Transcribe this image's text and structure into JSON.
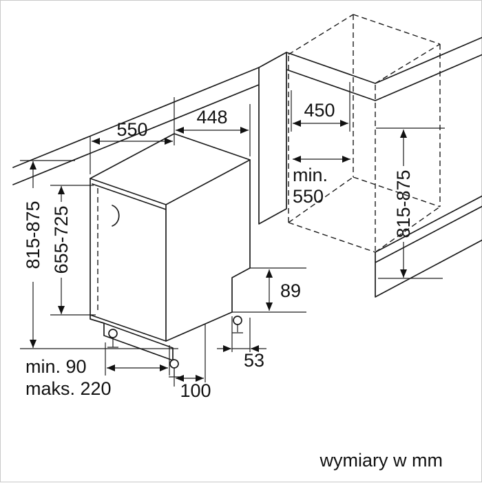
{
  "diagram": {
    "type": "appliance-installation-dimension-drawing",
    "footer_note": "wymiary w mm",
    "colors": {
      "line": "#1a1a1a",
      "background": "#ffffff"
    },
    "dimensions": {
      "top_depth": "550",
      "top_width": "448",
      "niche_width": "450",
      "niche_depth_line1": "min.",
      "niche_depth_line2": "550",
      "appliance_height": "815-875",
      "door_panel_height": "655-725",
      "niche_height": "815-875",
      "base_rear_height": "89",
      "base_rear_depth": "53",
      "base_front_inset": "100",
      "plinth_recess_min": "min. 90",
      "plinth_recess_max": "maks. 220"
    }
  }
}
